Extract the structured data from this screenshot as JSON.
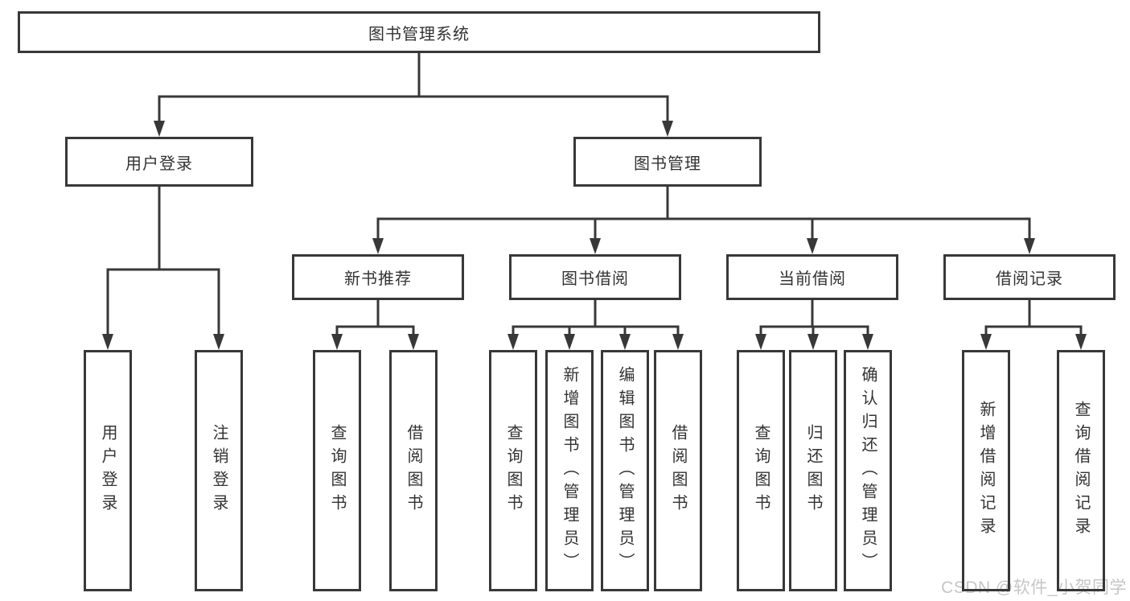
{
  "diagram": {
    "root": {
      "label": "图书管理系统"
    },
    "branches": [
      {
        "label": "用户登录",
        "leaves": [
          {
            "label": "用户登录"
          },
          {
            "label": "注销登录"
          }
        ]
      },
      {
        "label": "图书管理",
        "groups": [
          {
            "label": "新书推荐",
            "leaves": [
              {
                "label": "查询图书"
              },
              {
                "label": "借阅图书"
              }
            ]
          },
          {
            "label": "图书借阅",
            "leaves": [
              {
                "label": "查询图书"
              },
              {
                "label": "新增图书（管理员）"
              },
              {
                "label": "编辑图书（管理员）"
              },
              {
                "label": "借阅图书"
              }
            ]
          },
          {
            "label": "当前借阅",
            "leaves": [
              {
                "label": "查询图书"
              },
              {
                "label": "归还图书"
              },
              {
                "label": "确认归还（管理员）"
              }
            ]
          },
          {
            "label": "借阅记录",
            "leaves": [
              {
                "label": "新增借阅记录"
              },
              {
                "label": "查询借阅记录"
              }
            ]
          }
        ]
      }
    ]
  },
  "watermark": {
    "text": "CSDN @软件_小贺同学"
  },
  "colors": {
    "line": "#383838",
    "text": "#333333",
    "watermark": "#c6c6c6",
    "background": "#ffffff"
  }
}
